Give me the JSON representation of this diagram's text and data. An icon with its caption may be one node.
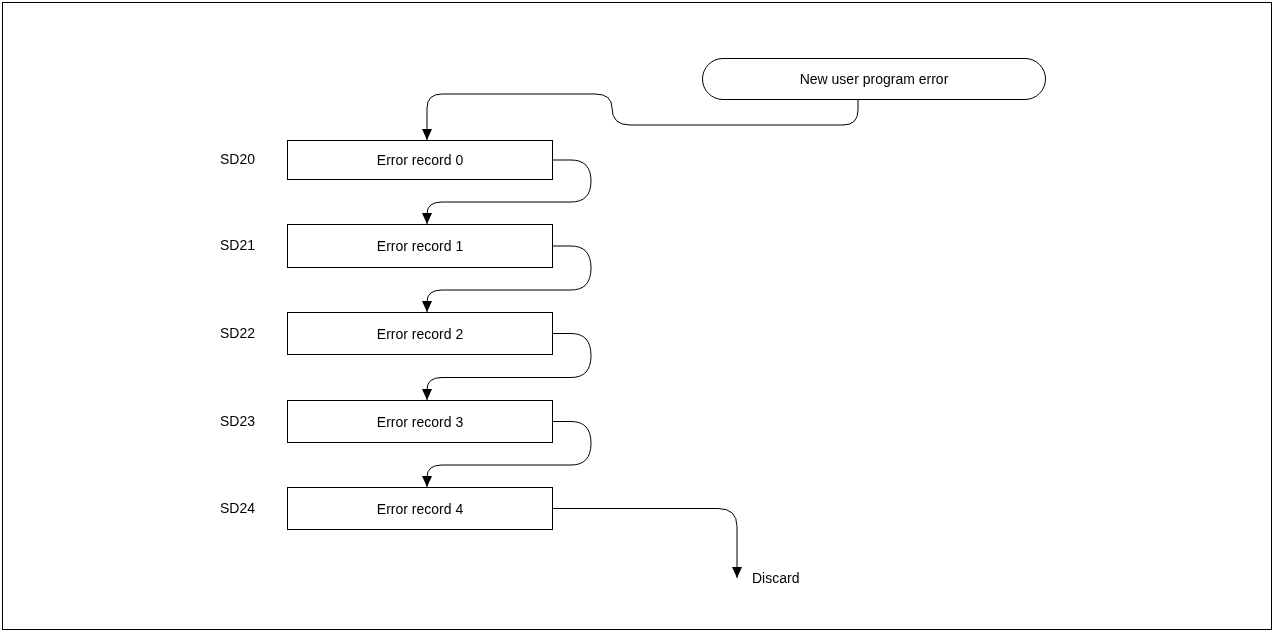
{
  "diagram": {
    "nodes": [
      {
        "text": [
          "New user program error"
        ]
      },
      {
        "text": [
          "Error record 0"
        ],
        "beside": [
          "SD20"
        ]
      },
      {
        "text": [
          "Error record 1"
        ],
        "beside": [
          "SD21"
        ]
      },
      {
        "text": [
          "Error record 2"
        ],
        "beside": [
          "SD22"
        ]
      },
      {
        "text": [
          "Error record 3"
        ],
        "beside": [
          "SD23"
        ]
      },
      {
        "text": [
          "Error record 4"
        ],
        "beside": [
          "SD24"
        ]
      },
      {
        "text": [
          "Discard"
        ]
      }
    ],
    "edges": [
      {
        "from": 0,
        "to": 1,
        "arrow": "to"
      },
      {
        "from": 1,
        "to": 2,
        "arrow": "to"
      },
      {
        "from": 2,
        "to": 3,
        "arrow": "to"
      },
      {
        "from": 3,
        "to": 4,
        "arrow": "to"
      },
      {
        "from": 4,
        "to": 5,
        "arrow": "to"
      },
      {
        "from": 5,
        "to": 6,
        "arrow": "to"
      }
    ]
  }
}
